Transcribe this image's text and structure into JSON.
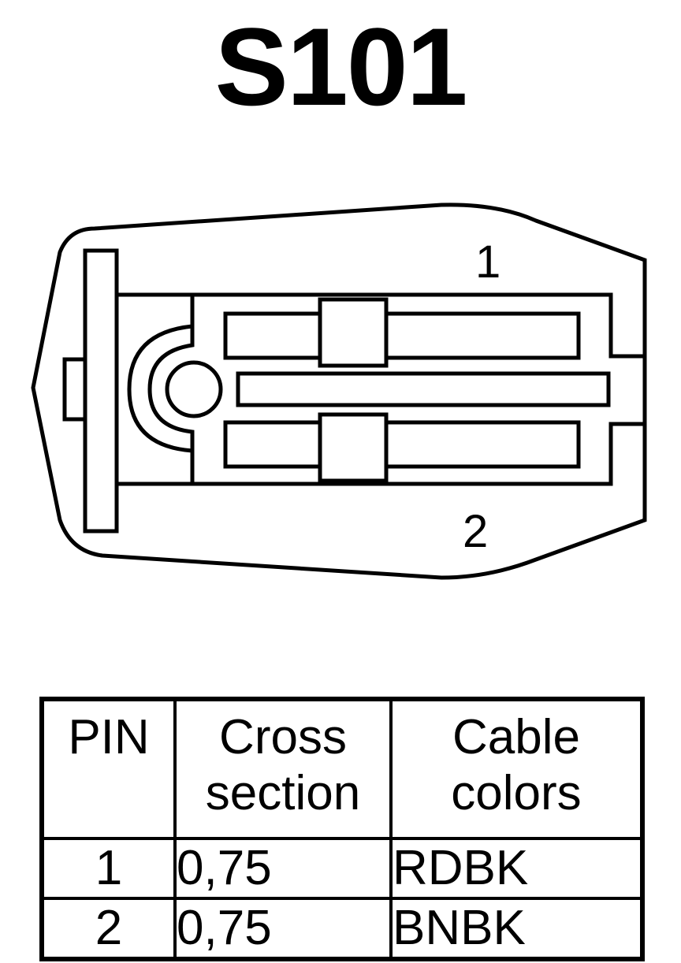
{
  "title": "S101",
  "connector": {
    "pin_labels": [
      "1",
      "2"
    ]
  },
  "table": {
    "headers": {
      "pin": "PIN",
      "cross_section": [
        "Cross",
        "section"
      ],
      "cable_colors": [
        "Cable",
        "colors"
      ]
    },
    "rows": [
      {
        "pin": "1",
        "cross_section": "0,75",
        "cable_color": "RDBK"
      },
      {
        "pin": "2",
        "cross_section": "0,75",
        "cable_color": "BNBK"
      }
    ]
  }
}
